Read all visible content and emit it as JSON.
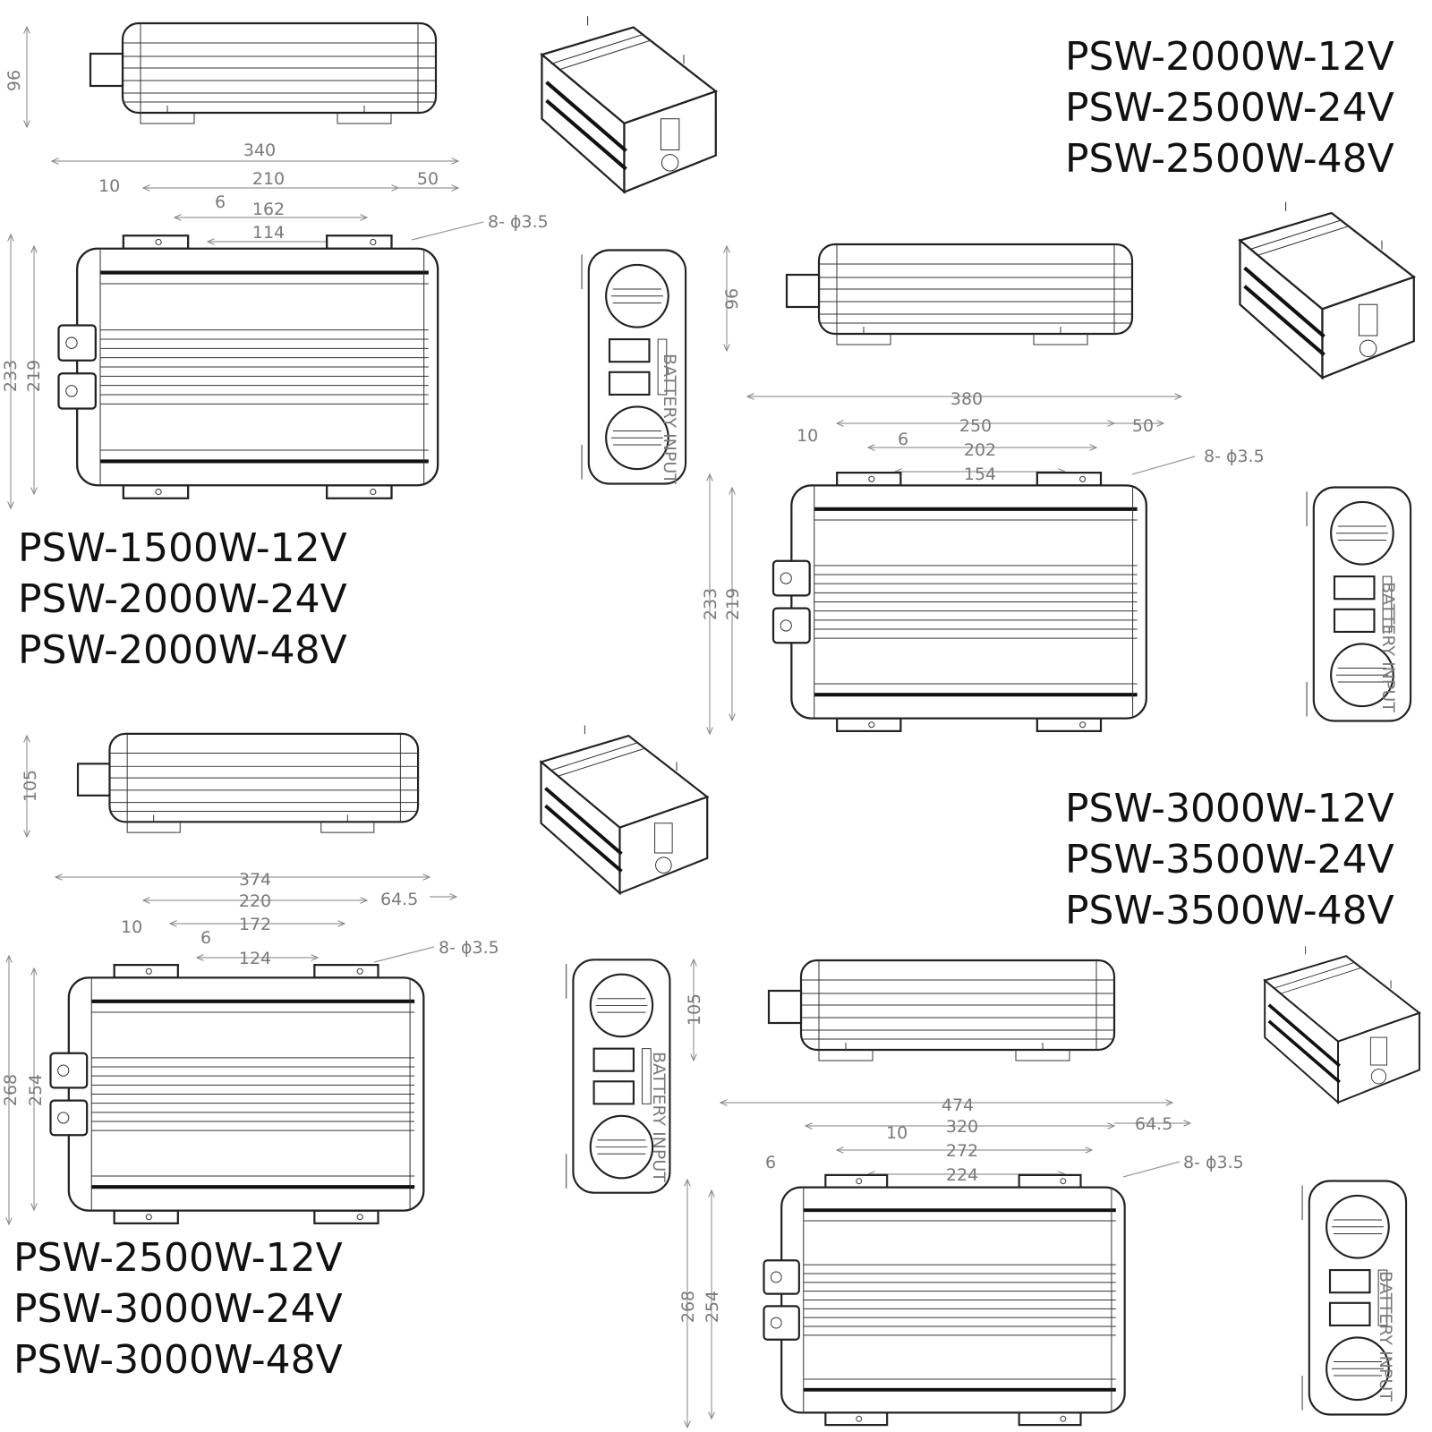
{
  "groups": {
    "g1": {
      "models": [
        "PSW-1500W-12V",
        "PSW-2000W-24V",
        "PSW-2000W-48V"
      ],
      "dims": {
        "height": "96",
        "length": "340",
        "holes_outer": "210",
        "offset_right": "50",
        "offset_left": "10",
        "slot_gap": "6",
        "holes_mid": "162",
        "holes_inner": "114",
        "hole_spec": "8- ϕ3.5",
        "width_outer": "233",
        "width_inner": "219"
      }
    },
    "g2": {
      "models": [
        "PSW-2000W-12V",
        "PSW-2500W-24V",
        "PSW-2500W-48V"
      ],
      "dims": {
        "height": "96",
        "length": "380",
        "holes_outer": "250",
        "offset_right": "50",
        "offset_left": "10",
        "slot_gap": "6",
        "holes_mid": "202",
        "holes_inner": "154",
        "hole_spec": "8- ϕ3.5",
        "width_outer": "233",
        "width_inner": "219"
      }
    },
    "g3": {
      "models": [
        "PSW-2500W-12V",
        "PSW-3000W-24V",
        "PSW-3000W-48V"
      ],
      "dims": {
        "height": "105",
        "length": "374",
        "holes_outer": "220",
        "offset_right": "64.5",
        "offset_left": "10",
        "slot_gap": "6",
        "holes_mid": "172",
        "holes_inner": "124",
        "hole_spec": "8- ϕ3.5",
        "width_outer": "268",
        "width_inner": "254"
      }
    },
    "g4": {
      "models": [
        "PSW-3000W-12V",
        "PSW-3500W-24V",
        "PSW-3500W-48V"
      ],
      "dims": {
        "height": "105",
        "length": "474",
        "holes_outer": "320",
        "offset_right": "64.5",
        "offset_left": "10",
        "slot_gap": "6",
        "holes_mid": "272",
        "holes_inner": "224",
        "hole_spec": "8- ϕ3.5",
        "width_outer": "268",
        "width_inner": "254"
      }
    }
  },
  "side_panel_label": "BATTERY INPUT"
}
